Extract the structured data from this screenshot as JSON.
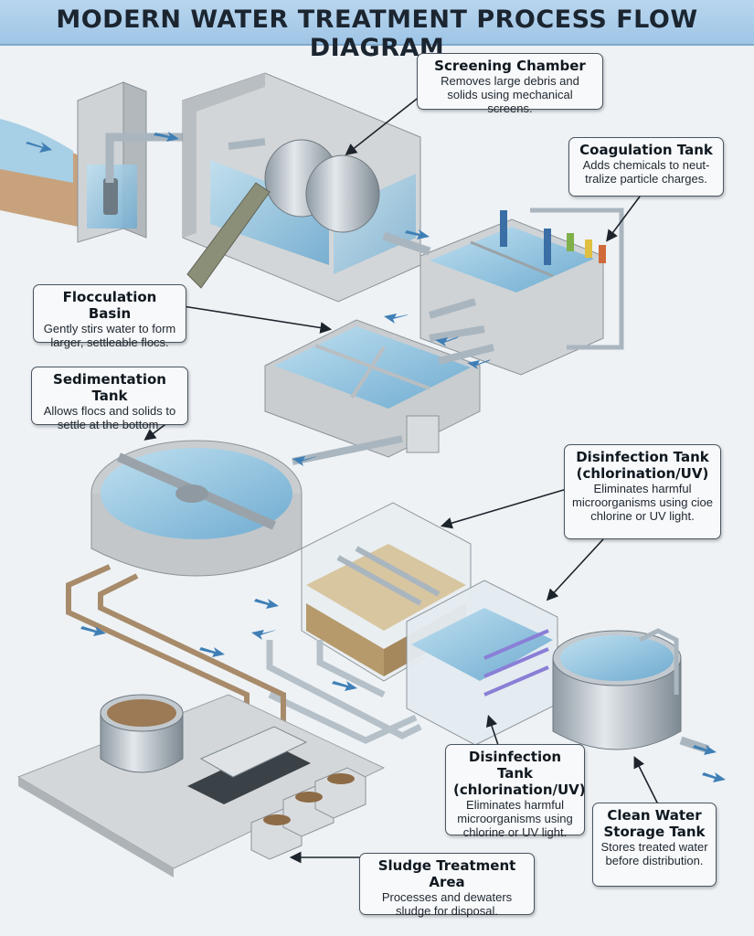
{
  "title": "MODERN WATER TREATMENT PROCESS FLOW DIAGRAM",
  "callouts": {
    "screening": {
      "title": "Screening Chamber",
      "desc": "Removes large debris and solids using mechanical screens."
    },
    "coagulation": {
      "title": "Coagulation Tank",
      "desc": "Adds chemicals to neut- tralize particle charges."
    },
    "flocculation": {
      "title": "Flocculation Basin",
      "desc": "Gently stirs water to form larger, settleable flocs."
    },
    "sedimentation": {
      "title": "Sedimentation Tank",
      "desc": "Allows flocs and solids to settle at the bottom."
    },
    "disinfection_upper": {
      "title": "Disinfection Tank (chlorination/UV)",
      "desc": "Eliminates harmful microorganisms using cioe chlorine or UV light."
    },
    "disinfection_lower": {
      "title": "Disinfection Tank (chlorination/UV)",
      "desc": "Eliminates harmful microorganisms using chlorine or UV light."
    },
    "clean_water": {
      "title": "Clean Water Storage Tank",
      "desc": "Stores treated water before distribution."
    },
    "sludge": {
      "title": "Sludge Treatment Area",
      "desc": "Processes and dewaters sludge for disposal."
    }
  },
  "colors": {
    "water": "#8fc3dd",
    "concrete": "#c9cdd0",
    "pipe": "#aab6bf",
    "sludge_pipe": "#a88b6a",
    "flow_arrow": "#3f7fb6"
  }
}
